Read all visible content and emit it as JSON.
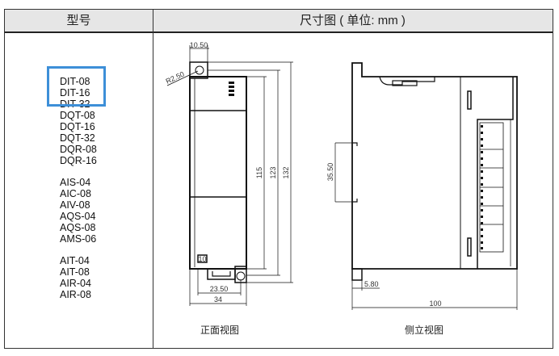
{
  "header": {
    "model_col": "型号",
    "dimension_col": "尺寸图 ( 单位: mm )"
  },
  "models": {
    "group1": [
      "DIT-08",
      "DIT-16",
      "DIT-32",
      "DQT-08",
      "DQT-16",
      "DQT-32",
      "DQR-08",
      "DQR-16"
    ],
    "group2": [
      "AIS-04",
      "AIC-08",
      "AIV-08",
      "AQS-04",
      "AQS-08",
      "AMS-06"
    ],
    "group3": [
      "AIT-04",
      "AIT-08",
      "AIR-04",
      "AIR-08"
    ]
  },
  "front_view": {
    "caption": "正面视图",
    "dim_width_top": "10.50",
    "dim_radius": "R2.50",
    "dim_h1": "115",
    "dim_h2": "123",
    "dim_h3": "132",
    "dim_hole_spacing": "23.50",
    "dim_width": "34",
    "badge": "10"
  },
  "side_view": {
    "caption": "侧立视图",
    "dim_rail": "35.50",
    "dim_offset": "5.80",
    "dim_depth": "100"
  },
  "highlight_color": "#3d8fd8"
}
